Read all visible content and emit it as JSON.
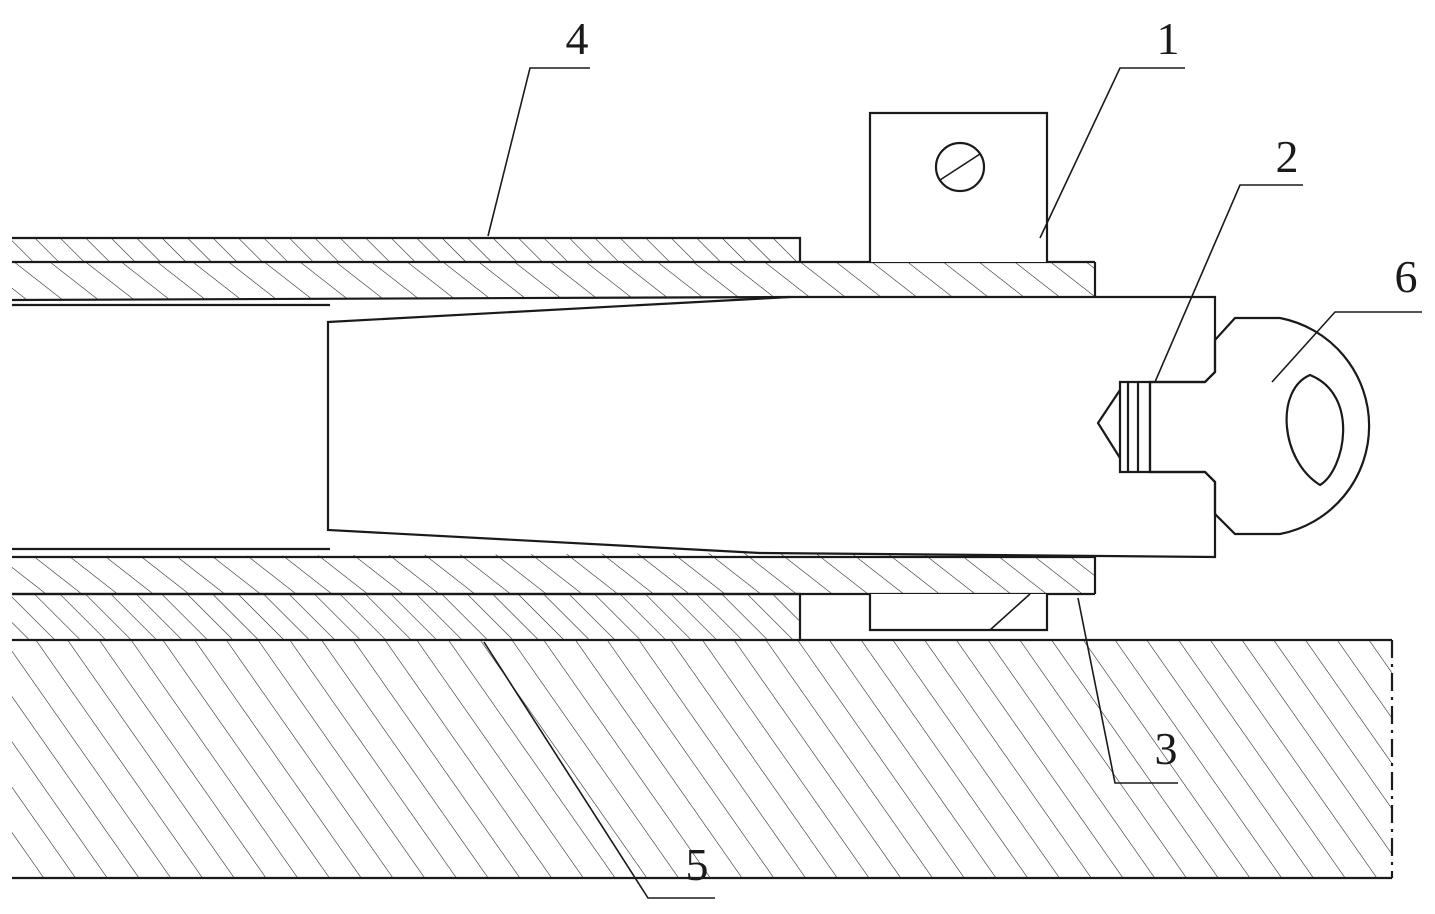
{
  "figure": {
    "labels": {
      "part_1": "1",
      "part_2": "2",
      "part_3": "3",
      "part_4": "4",
      "part_5": "5",
      "part_6": "6"
    },
    "colors": {
      "line": "#1a1a1a",
      "background": "#ffffff"
    }
  }
}
